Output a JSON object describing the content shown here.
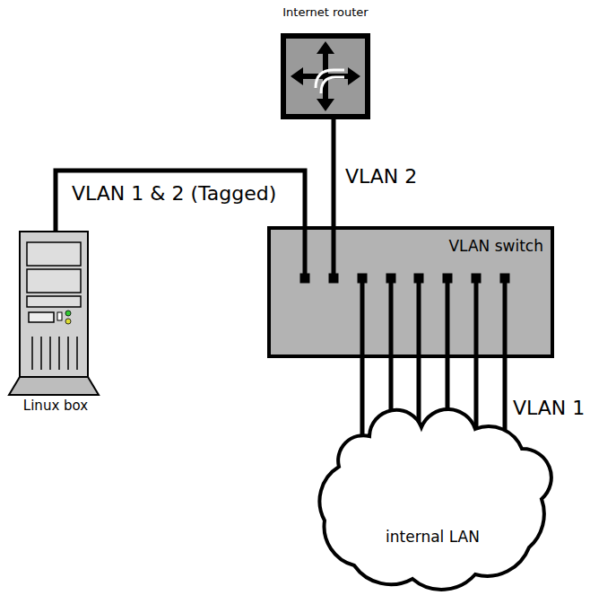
{
  "diagram": {
    "nodes": [
      {
        "text": [
          "Internet router"
        ]
      },
      {
        "text": [
          "Linux box"
        ]
      },
      {
        "text": [
          "VLAN switch"
        ]
      },
      {
        "text": [
          "internal LAN"
        ]
      }
    ],
    "edges": [
      {
        "from": 1,
        "to": 2,
        "arrow": "none",
        "label": "VLAN 1 & 2 (Tagged)"
      },
      {
        "from": 0,
        "to": 2,
        "arrow": "none",
        "label": "VLAN 2"
      },
      {
        "from": 2,
        "to": 3,
        "arrow": "none"
      },
      {
        "from": 2,
        "to": 3,
        "arrow": "none"
      },
      {
        "from": 2,
        "to": 3,
        "arrow": "none"
      },
      {
        "from": 2,
        "to": 3,
        "arrow": "none"
      },
      {
        "from": 2,
        "to": 3,
        "arrow": "none"
      },
      {
        "from": 2,
        "to": 3,
        "arrow": "none",
        "label": "VLAN 1"
      }
    ]
  }
}
